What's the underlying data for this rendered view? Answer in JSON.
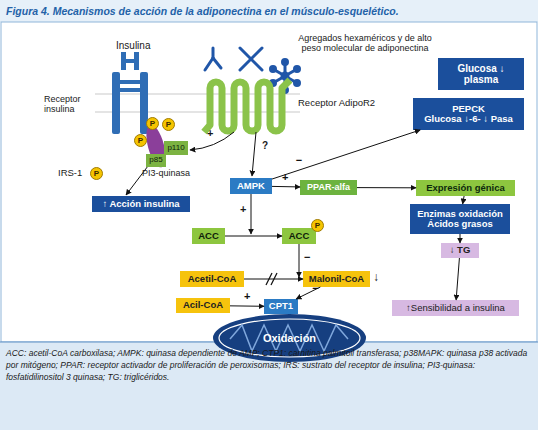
{
  "diagram": {
    "title": "Figura 4. Mecanismos de acción de la adiponectina en el músculo-esquelético.",
    "caption": "ACC: acetil-CoA carboxilasa; AMPK: quinasa dependiente de AMP; CTP1: carnitina palmitoil transferasa; p38MAPK: quinasa p38 activada por mitógeno; PPAR: receptor activador de proliferación de peroxisomas; IRS: sustrato del receptor de insulina; PI3-quinasa: fosfatidilinositol 3 quinasa; TG: triglicéridos.",
    "nodes": [
      {
        "text": [
          "Glucosa ↓ plasma"
        ]
      },
      {
        "text": [
          "PEPCK",
          "Glucosa ↓-6- ↓ Pasa"
        ]
      },
      {
        "text": [
          "p110"
        ]
      },
      {
        "text": [
          "p85"
        ]
      },
      {
        "text": [
          "AMPK"
        ]
      },
      {
        "text": [
          "PPAR-alfa"
        ]
      },
      {
        "text": [
          "Expresión génica"
        ]
      },
      {
        "text": [
          "↑ Acción insulina"
        ]
      },
      {
        "text": [
          "Enzimas oxidación Ácidos grasos"
        ]
      },
      {
        "text": [
          "ACC"
        ]
      },
      {
        "text": [
          "ACC"
        ]
      },
      {
        "text": [
          "↓ TG"
        ]
      },
      {
        "text": [
          "Acetil-CoA"
        ]
      },
      {
        "text": [
          "Malonil-CoA"
        ]
      },
      {
        "text": [
          "Acil-CoA"
        ]
      },
      {
        "text": [
          "CPT1"
        ]
      },
      {
        "text": [
          "↑Sensibilidad a insulina"
        ]
      },
      {
        "text": [
          "Oxidación"
        ]
      }
    ],
    "edges": [
      {
        "from": 4,
        "to": 1,
        "arrow": "to",
        "label": "−"
      },
      {
        "from": 4,
        "to": 5,
        "arrow": "to",
        "label": "+"
      },
      {
        "from": 5,
        "to": 6,
        "arrow": "to"
      },
      {
        "from": 6,
        "to": 8,
        "arrow": "to"
      },
      {
        "from": 8,
        "to": 11,
        "arrow": "to"
      },
      {
        "from": 11,
        "to": 16,
        "arrow": "to"
      },
      {
        "from": 9,
        "to": 10,
        "arrow": "to"
      },
      {
        "from": 12,
        "to": 13,
        "arrow": "to"
      },
      {
        "from": 13,
        "to": 15,
        "arrow": "to",
        "label": "−"
      },
      {
        "from": 14,
        "to": 15,
        "arrow": "to",
        "label": "+"
      }
    ],
    "labels": [
      "Insulina",
      "Agregados hexaméricos y de alto peso molecular de adiponectina",
      "Receptor insulina",
      "Receptor AdipoR2",
      "P",
      "P",
      "+",
      "P",
      "?",
      "IRS-1",
      "P",
      "PI3-quinasa",
      "+",
      "P",
      "−",
      "↓"
    ]
  }
}
